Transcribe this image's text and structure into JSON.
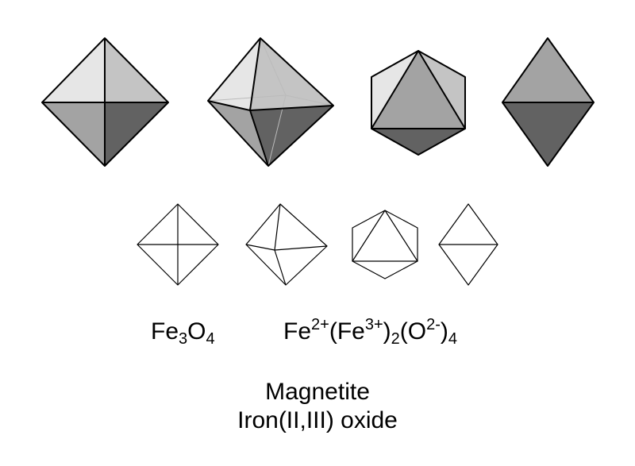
{
  "formulas": {
    "simple": {
      "parts": [
        {
          "text": "Fe",
          "style": "normal"
        },
        {
          "text": "3",
          "style": "sub"
        },
        {
          "text": "O",
          "style": "normal"
        },
        {
          "text": "4",
          "style": "sub"
        }
      ]
    },
    "ionic": {
      "parts": [
        {
          "text": "Fe",
          "style": "normal"
        },
        {
          "text": "2+",
          "style": "sup"
        },
        {
          "text": "(Fe",
          "style": "normal"
        },
        {
          "text": "3+",
          "style": "sup"
        },
        {
          "text": ")",
          "style": "normal"
        },
        {
          "text": "2",
          "style": "sub"
        },
        {
          "text": "(O",
          "style": "normal"
        },
        {
          "text": "2-",
          "style": "sup"
        },
        {
          "text": ")",
          "style": "normal"
        },
        {
          "text": "4",
          "style": "sub"
        }
      ]
    }
  },
  "captions": {
    "mineral": "Magnetite",
    "compound": "Iron(II,III) oxide"
  },
  "colors": {
    "outline": "#000000",
    "face_lightest": "#e6e6e6",
    "face_light": "#c4c4c4",
    "face_medium": "#a3a3a3",
    "face_dark": "#626262",
    "hidden_edge": "#bbbbbb",
    "background": "#ffffff"
  }
}
